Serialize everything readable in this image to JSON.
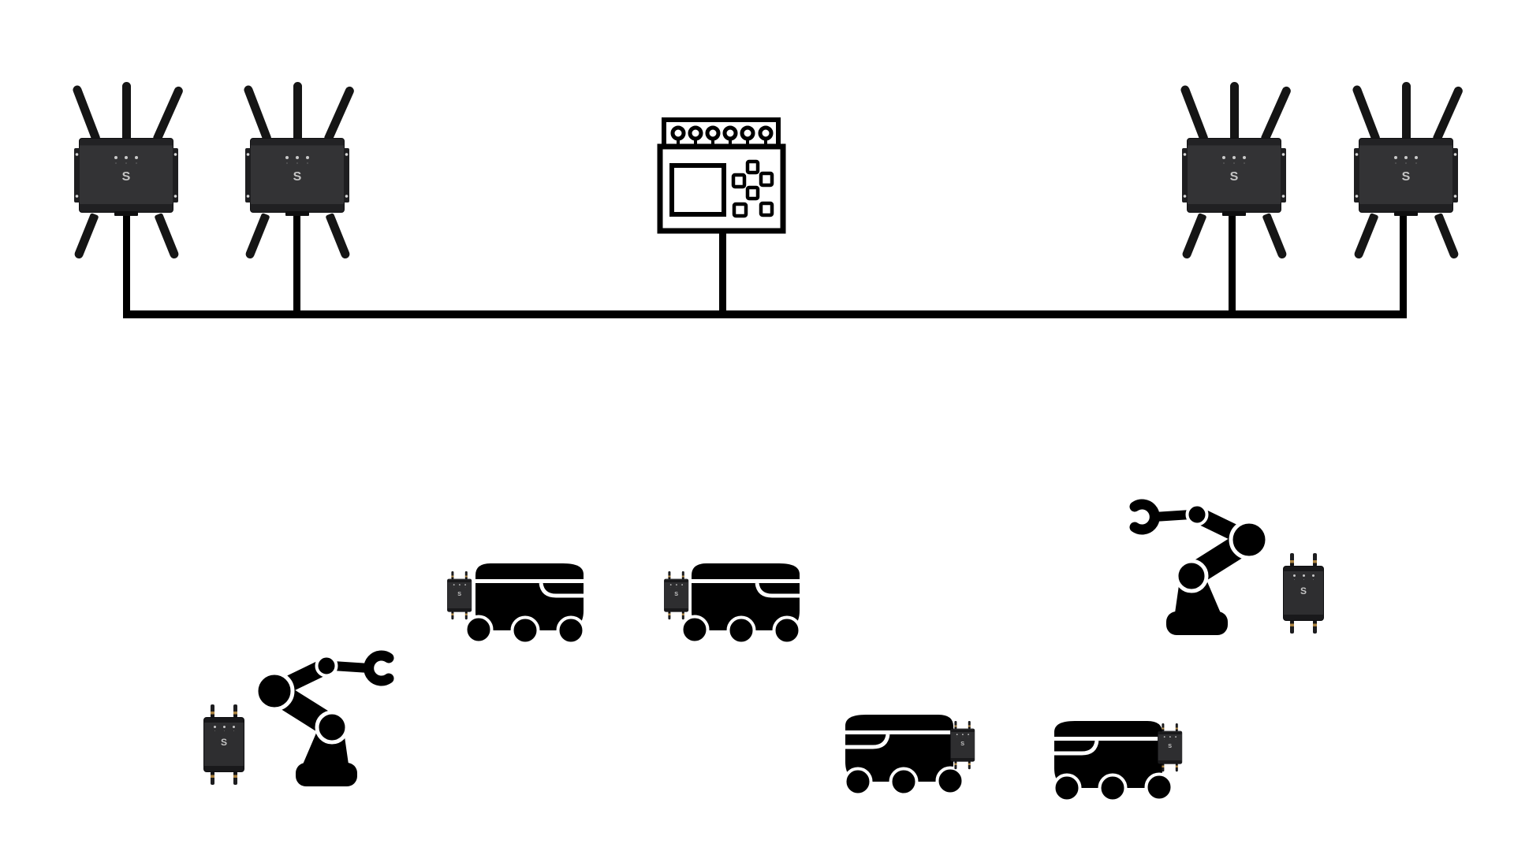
{
  "brand": {
    "logo_text": "S"
  },
  "colors": {
    "background": "#ffffff",
    "connection_line": "#000000",
    "silhouette": "#000000",
    "device_body": "#2e2e30",
    "device_frame": "#1a1a1c",
    "led": "#c9c9c9",
    "logo": "#c4c4c4",
    "antenna_connector_gold": "#a9813f"
  },
  "diagram": {
    "nodes": [
      {
        "id": "access-point-1",
        "type": "wireless-access-point",
        "logo": "S"
      },
      {
        "id": "access-point-2",
        "type": "wireless-access-point",
        "logo": "S"
      },
      {
        "id": "controller",
        "type": "io-controller"
      },
      {
        "id": "access-point-3",
        "type": "wireless-access-point",
        "logo": "S"
      },
      {
        "id": "access-point-4",
        "type": "wireless-access-point",
        "logo": "S"
      },
      {
        "id": "wireless-client-1",
        "type": "wireless-client",
        "logo": "S"
      },
      {
        "id": "robot-arm-1",
        "type": "robot-arm"
      },
      {
        "id": "delivery-robot-1",
        "type": "delivery-robot",
        "client_logo": "S"
      },
      {
        "id": "delivery-robot-2",
        "type": "delivery-robot",
        "client_logo": "S"
      },
      {
        "id": "robot-arm-2",
        "type": "robot-arm"
      },
      {
        "id": "wireless-client-2",
        "type": "wireless-client",
        "logo": "S"
      },
      {
        "id": "delivery-robot-3",
        "type": "delivery-robot",
        "client_logo": "S"
      },
      {
        "id": "delivery-robot-4",
        "type": "delivery-robot",
        "client_logo": "S"
      }
    ],
    "edges": [
      {
        "from": "access-point-1",
        "to": "backbone-bus"
      },
      {
        "from": "access-point-2",
        "to": "backbone-bus"
      },
      {
        "from": "controller",
        "to": "backbone-bus"
      },
      {
        "from": "access-point-3",
        "to": "backbone-bus"
      },
      {
        "from": "access-point-4",
        "to": "backbone-bus"
      }
    ]
  }
}
